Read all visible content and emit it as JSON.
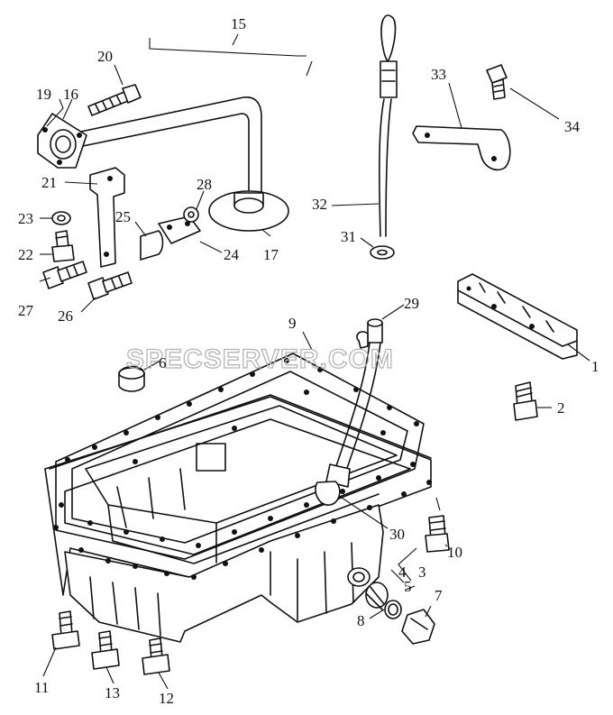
{
  "callouts": [
    {
      "id": "c1",
      "text": "1"
    },
    {
      "id": "c2",
      "text": "2"
    },
    {
      "id": "c3",
      "text": "3"
    },
    {
      "id": "c4",
      "text": "4"
    },
    {
      "id": "c5",
      "text": "5"
    },
    {
      "id": "c6",
      "text": "6"
    },
    {
      "id": "c7",
      "text": "7"
    },
    {
      "id": "c8",
      "text": "8"
    },
    {
      "id": "c9",
      "text": "9"
    },
    {
      "id": "c10",
      "text": "10"
    },
    {
      "id": "c11",
      "text": "11"
    },
    {
      "id": "c12",
      "text": "12"
    },
    {
      "id": "c13",
      "text": "13"
    },
    {
      "id": "c15",
      "text": "15"
    },
    {
      "id": "c16",
      "text": "16"
    },
    {
      "id": "c17",
      "text": "17"
    },
    {
      "id": "c19",
      "text": "19"
    },
    {
      "id": "c20",
      "text": "20"
    },
    {
      "id": "c21",
      "text": "21"
    },
    {
      "id": "c22",
      "text": "22"
    },
    {
      "id": "c23",
      "text": "23"
    },
    {
      "id": "c24",
      "text": "24"
    },
    {
      "id": "c25",
      "text": "25"
    },
    {
      "id": "c26",
      "text": "26"
    },
    {
      "id": "c27",
      "text": "27"
    },
    {
      "id": "c28",
      "text": "28"
    },
    {
      "id": "c29",
      "text": "29"
    },
    {
      "id": "c30",
      "text": "30"
    },
    {
      "id": "c31",
      "text": "31"
    },
    {
      "id": "c32",
      "text": "32"
    },
    {
      "id": "c33",
      "text": "33"
    },
    {
      "id": "c34",
      "text": "34"
    }
  ],
  "watermark": "SPECSERVER.COM",
  "colors": {
    "ink": "#111111",
    "watermark": "#b5b5b5",
    "background": "#ffffff"
  }
}
